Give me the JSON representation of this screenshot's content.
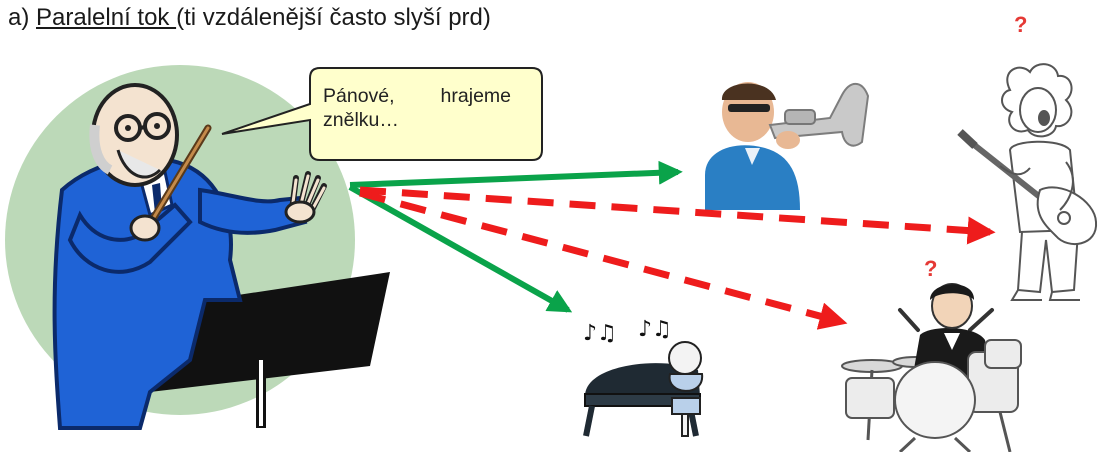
{
  "heading": {
    "marker": "a)",
    "title": "Paralelní tok ",
    "note": "(ti vzdálenější často slyší prd)"
  },
  "speech_bubble": {
    "word1": "Pánové,",
    "word2": "hrajeme",
    "line2": "znělku…"
  },
  "question_marks": {
    "guitarist": "?",
    "drummer": "?"
  },
  "colors": {
    "success_arrow": "#0aa34a",
    "fail_arrow": "#ee1c1c",
    "question_mark": "#e53935",
    "bubble_fill": "#ffffcc",
    "suit_blue": "#1f63d6",
    "halo_green": "#bcd9b8"
  },
  "figures": {
    "conductor": "conductor-icon",
    "trumpeter": "trumpeter-icon",
    "guitarist": "guitarist-icon",
    "drummer": "drummer-icon",
    "pianist": "pianist-icon"
  }
}
